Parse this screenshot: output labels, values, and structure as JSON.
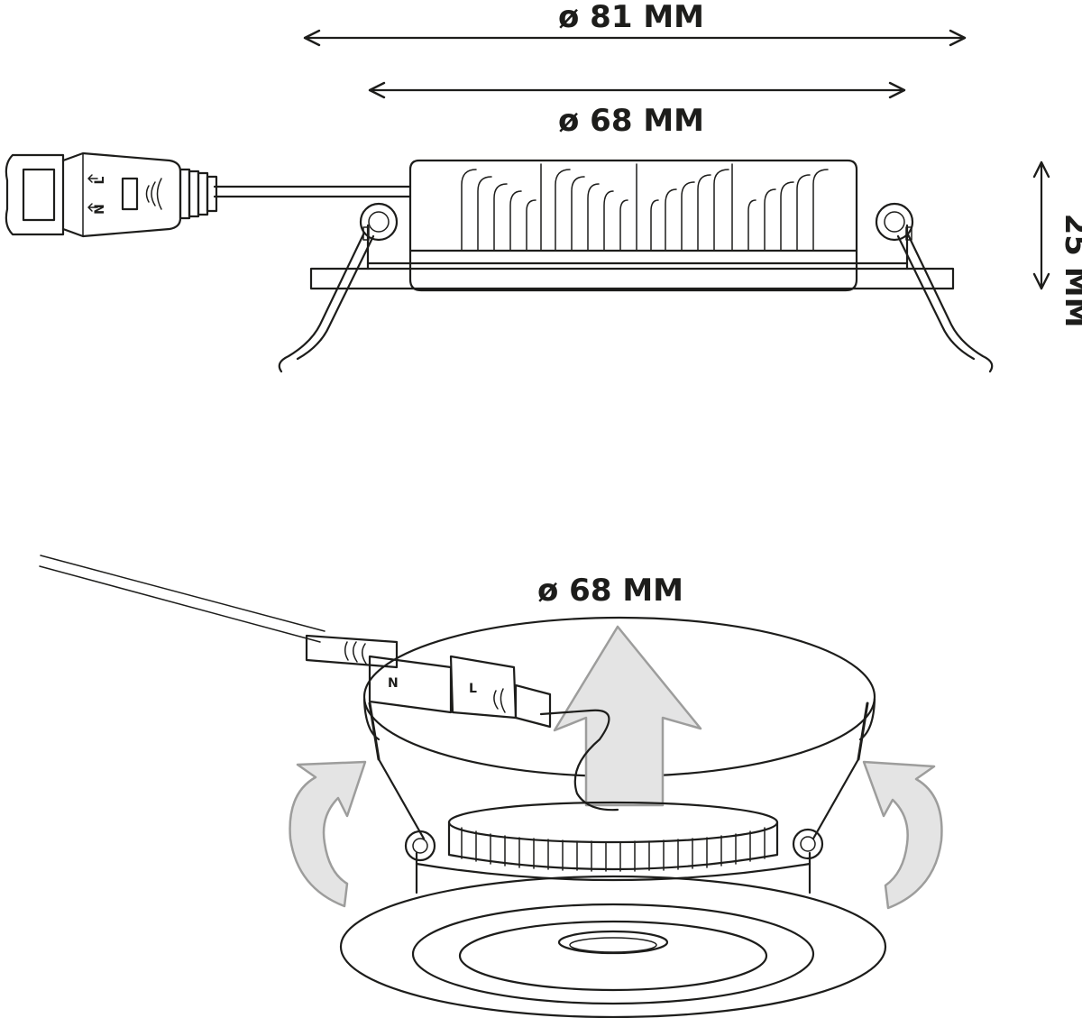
{
  "dimensions": {
    "outer_diameter": "ø 81 MM",
    "inner_diameter": "ø 68 MM",
    "height": "25 MM",
    "cutout_diameter": "ø 68 MM"
  },
  "connector": {
    "pin_l": "L",
    "pin_n": "N"
  },
  "colors": {
    "line": "#1d1d1b",
    "arrow_fill": "#e4e4e4",
    "arrow_stroke": "#9d9d9c"
  }
}
